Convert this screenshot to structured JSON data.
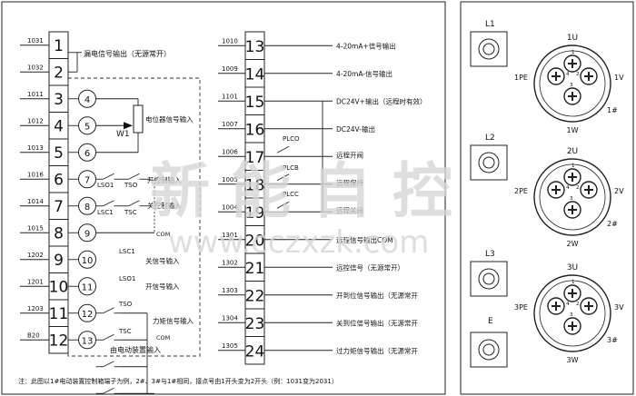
{
  "left_block": {
    "terminals": [
      {
        "num": "1",
        "wire": "1031"
      },
      {
        "num": "2",
        "wire": "1032"
      },
      {
        "num": "3",
        "wire": "1011"
      },
      {
        "num": "4",
        "wire": "1012"
      },
      {
        "num": "5",
        "wire": "1013"
      },
      {
        "num": "6",
        "wire": "1016"
      },
      {
        "num": "7",
        "wire": "1014"
      },
      {
        "num": "8",
        "wire": "1015"
      },
      {
        "num": "9",
        "wire": "1202"
      },
      {
        "num": "10",
        "wire": "1201"
      },
      {
        "num": "11",
        "wire": "1203"
      },
      {
        "num": "12",
        "wire": "B20"
      }
    ],
    "leakage_label": "漏电信号输出（无源常开）",
    "inner_nodes": [
      "4",
      "5",
      "6",
      "7",
      "8",
      "9",
      "10",
      "11",
      "12",
      "13"
    ],
    "w1_label": "W1",
    "potentiometer_label": "电位器信号输入",
    "lso1": "LSO1",
    "tso": "TSO",
    "lsc1": "LSC1",
    "tsc": "TSC",
    "open_interlock": "开控制输入",
    "close_interlock": "关控制输入",
    "com": "COM",
    "lsc1_b": "LSC1",
    "close_pos_in": "关信号输入",
    "lso1_b": "LSO1",
    "open_pos_in": "开信号输入",
    "tso_b": "TSO",
    "tsc_b": "TSC",
    "torque_in": "力矩信号输入",
    "com_b": "COM",
    "device_input": "由电动装置输入"
  },
  "middle_block": {
    "terminals": [
      {
        "num": "13",
        "wire": "1010",
        "label": "4-20mA+信号输出"
      },
      {
        "num": "14",
        "wire": "1009",
        "label": "4-20mA-信号输出"
      },
      {
        "num": "15",
        "wire": "1101",
        "label": "DC24V+输出（远程时有效）"
      },
      {
        "num": "16",
        "wire": "1007",
        "label": "DC24V-输出"
      },
      {
        "num": "17",
        "wire": "1006",
        "label": "远程开阀"
      },
      {
        "num": "18",
        "wire": "1005",
        "label": "远程保持"
      },
      {
        "num": "19",
        "wire": "1004",
        "label": "远程关阀"
      },
      {
        "num": "20",
        "wire": "1301",
        "label": "远程信号输出COM"
      },
      {
        "num": "21",
        "wire": "1302",
        "label": "远控信号（无源常开）"
      },
      {
        "num": "22",
        "wire": "1303",
        "label": "开到位信号输出（无源常开"
      },
      {
        "num": "23",
        "wire": "1304",
        "label": "关到位信号输出（无源常开"
      },
      {
        "num": "24",
        "wire": "1305",
        "label": "过力矩信号输出（无源常开"
      }
    ],
    "plco": "PLCO",
    "plcb": "PLCB",
    "plcc": "PLCC"
  },
  "connectors": [
    {
      "lamp": "L1",
      "top": "1U",
      "left": "1PE",
      "right": "1V",
      "bottom": "1W",
      "hash": "1#"
    },
    {
      "lamp": "L2",
      "top": "2U",
      "left": "2PE",
      "right": "2V",
      "bottom": "2W",
      "hash": "2#"
    },
    {
      "lamp": "L3",
      "top": "3U",
      "left": "3PE",
      "right": "3V",
      "bottom": "3W",
      "hash": "3#"
    }
  ],
  "earth_label": "E",
  "pin_numbers": {
    "p4": "4",
    "p3": "3",
    "p2": "2",
    "p1": "1"
  },
  "footnote": "注：此图以1#电动装置控制箱端子为例，2#、3#与1#相同，接点号由1开头变为2开头（例：1031变为2031）",
  "watermark": {
    "cn": "新 能 自 控",
    "url": "www.cczxzk.com"
  }
}
